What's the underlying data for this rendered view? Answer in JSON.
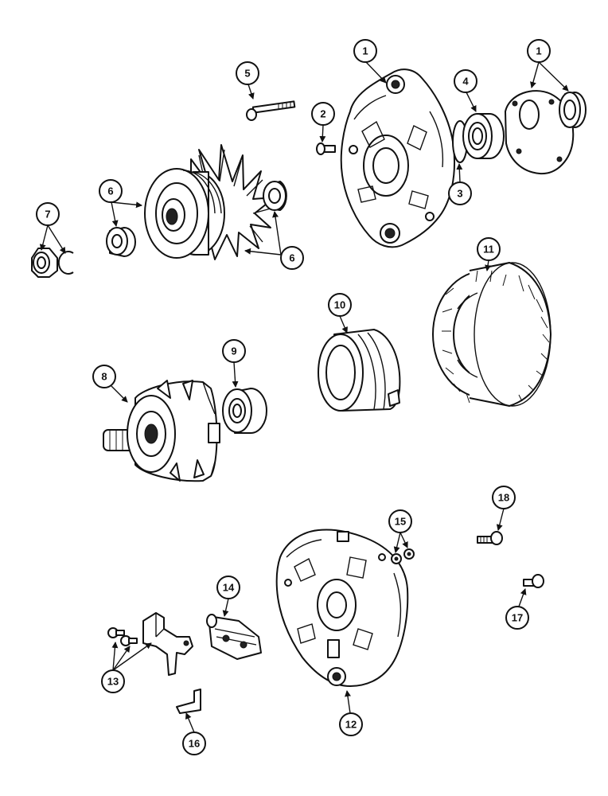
{
  "diagram": {
    "callouts": [
      "1",
      "1",
      "2",
      "3",
      "4",
      "5",
      "6",
      "6",
      "7",
      "8",
      "9",
      "10",
      "11",
      "12",
      "13",
      "14",
      "15",
      "16",
      "17",
      "18"
    ]
  }
}
